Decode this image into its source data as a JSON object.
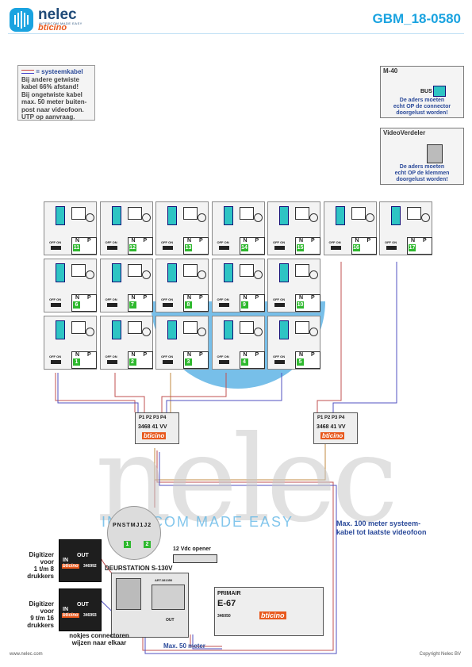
{
  "header": {
    "brand_name": "nelec",
    "brand_tagline": "INTERCOM MADE EASY",
    "brand_partner": "bticino",
    "doc_id": "GBM_18-0580"
  },
  "cable_note": {
    "lines": [
      "= systeemkabel",
      "Bij andere getwiste",
      "kabel 66% afstand!",
      "Bij ongetwiste kabel",
      "max. 50 meter buiten-",
      "post naar videofoon.",
      "UTP op aanvraag."
    ]
  },
  "m40_box": {
    "title": "M-40",
    "bus_label": "BUS",
    "desc_lines": [
      "De aders moeten",
      "echt OP de connector",
      "doorgelust worden!"
    ]
  },
  "vv_box": {
    "title": "VideoVerdeler",
    "desc_lines": [
      "De aders moeten",
      "echt OP de klemmen",
      "doorgelust worden!"
    ]
  },
  "videophone_labels": {
    "n": "N",
    "p": "P",
    "switch": "OFF ON"
  },
  "videophones_row1": [
    "11",
    "12",
    "13",
    "14",
    "15",
    "16",
    "17"
  ],
  "videophones_row2": [
    "6",
    "7",
    "8",
    "9",
    "10"
  ],
  "videophones_row3": [
    "1",
    "2",
    "3",
    "4",
    "5"
  ],
  "distributor": {
    "ports": [
      "P1",
      "P2",
      "P3",
      "P4"
    ],
    "model": "3468 41  VV",
    "brand": "bticino"
  },
  "watermark": {
    "word": "nelec",
    "tagline": "INTERCOM MADE EASY"
  },
  "distance_note": {
    "lines": [
      "Max. 100 meter systeem-",
      "kabel tot laatste videofoon"
    ]
  },
  "connector_zoom": {
    "pins": [
      "P",
      "N",
      "S",
      "T",
      "M",
      "J1",
      "J2"
    ],
    "nums": [
      "1",
      "2"
    ]
  },
  "opener": {
    "label": "12 Vdc opener"
  },
  "door_station": {
    "label": "DEURSTATION S-130V",
    "code": "ART.381350",
    "out": "OUT"
  },
  "digitizer_1": {
    "label_lines": [
      "Digitizer",
      "voor",
      "1 t/m 8",
      "drukkers"
    ],
    "code": "346992",
    "brand": "bticino",
    "out": "OUT",
    "in": "IN"
  },
  "digitizer_2": {
    "label_lines": [
      "Digitizer",
      "voor",
      "9 t/m 16",
      "drukkers"
    ],
    "code": "346993",
    "brand": "bticino",
    "out": "OUT",
    "in": "IN"
  },
  "power_supply": {
    "label_top": "PRIMAIR",
    "model": "E-67",
    "code": "346050",
    "brand": "bticino"
  },
  "max50_note": "Max. 50 meter",
  "nokjes_note": [
    "nokjes connectoren",
    "wijzen naar elkaar"
  ],
  "footer": {
    "left": "www.nelec.com",
    "right": "Copyright Nelec BV"
  },
  "colors": {
    "accent": "#1aa3e0",
    "brand_orange": "#e8581c",
    "number_green": "#2eb82e",
    "text_blue": "#2b4a9a"
  }
}
